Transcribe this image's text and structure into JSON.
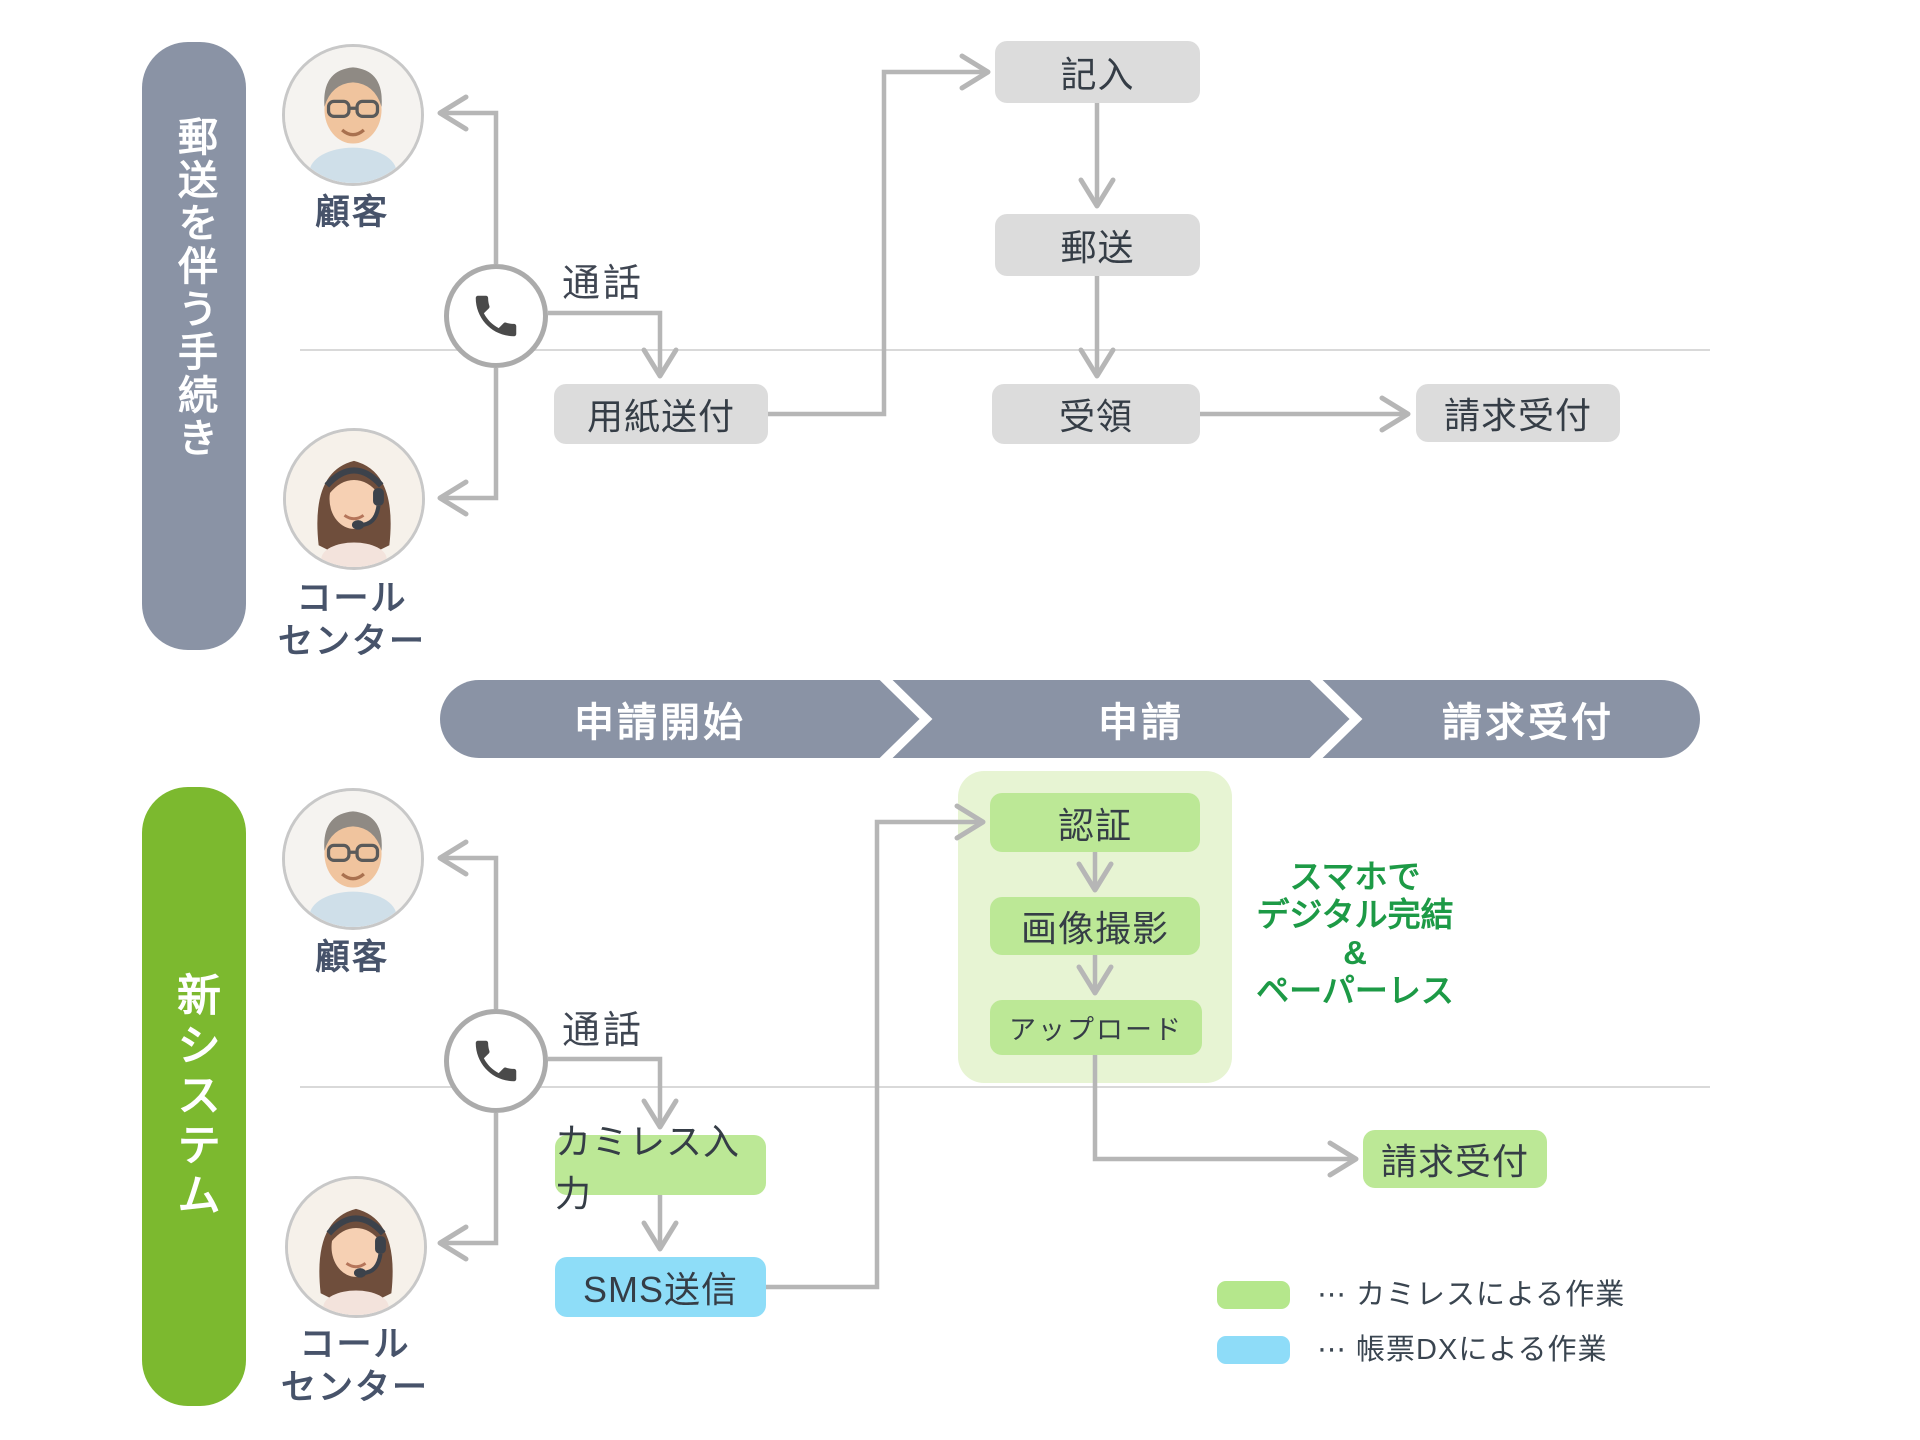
{
  "colors": {
    "lane_gray": "#8a93a5",
    "lane_green": "#7cb92f",
    "process_gray": "#dcdcdc",
    "process_green": "#bce896",
    "process_blue": "#8eddf8",
    "container_green": "#e7f4d3",
    "annotation_green": "#1d9a46",
    "connector_gray": "#b6b6b6"
  },
  "top_lane": {
    "sidebar_label": "郵送を伴う手続き",
    "customer_label": "顧客",
    "callcenter_label": "コール\nセンター",
    "call_label": "通話",
    "boxes": {
      "send_form": "用紙送付",
      "fill_in": "記入",
      "mail": "郵送",
      "receive": "受領",
      "billing": "請求受付"
    }
  },
  "banner": {
    "steps": [
      {
        "label": "申請開始"
      },
      {
        "label": "申請"
      },
      {
        "label": "請求受付"
      }
    ]
  },
  "bottom_lane": {
    "sidebar_label": "新システム",
    "customer_label": "顧客",
    "callcenter_label": "コール\nセンター",
    "call_label": "通話",
    "boxes": {
      "paperless_input": "カミレス入力",
      "sms": "SMS送信",
      "auth": "認証",
      "photo": "画像撮影",
      "upload": "アップロード",
      "billing": "請求受付"
    },
    "annotation": "スマホで\nデジタル完結\n&\nペーパーレス"
  },
  "legend": {
    "items": [
      {
        "swatch": "#b5e78c",
        "label": "⋯ カミレスによる作業"
      },
      {
        "swatch": "#8edcf8",
        "label": "⋯ 帳票DXによる作業"
      }
    ]
  }
}
